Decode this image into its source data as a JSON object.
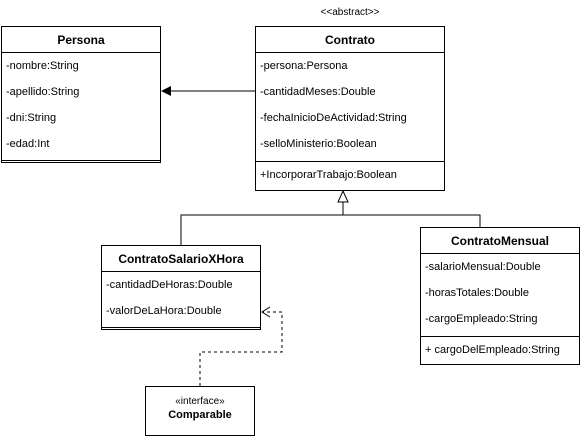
{
  "colors": {
    "line": "#000000",
    "fill": "#ffffff"
  },
  "persona": {
    "name": "Persona",
    "attributes": [
      "-nombre:String",
      "-apellido:String",
      "-dni:String",
      "-edad:Int"
    ]
  },
  "contrato": {
    "stereotype": "<<abstract>>",
    "name": "Contrato",
    "attributes": [
      "-persona:Persona",
      "-cantidadMeses:Double",
      "-fechaInicioDeActividad:String",
      "-selloMinisterio:Boolean"
    ],
    "operations": [
      "+IncorporarTrabajo:Boolean"
    ]
  },
  "contratoSalarioXHora": {
    "name": "ContratoSalarioXHora",
    "attributes": [
      "-cantidadDeHoras:Double",
      "-valorDeLaHora:Double"
    ]
  },
  "contratoMensual": {
    "name": "ContratoMensual",
    "attributes": [
      "-salarioMensual:Double",
      "-horasTotales:Double",
      "-cargoEmpleado:String"
    ],
    "operations": [
      "+ cargoDelEmpleado:String"
    ]
  },
  "comparable": {
    "stereotype": "«interface»",
    "name": "Comparable"
  }
}
